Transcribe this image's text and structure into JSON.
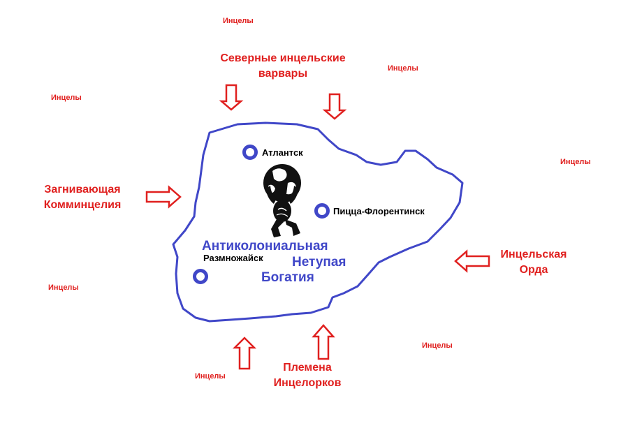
{
  "colors": {
    "incel": "#e0201f",
    "border": "#4047c8",
    "city_marker": "#4047c8",
    "country_label": "#4047c8",
    "city_label": "#000000"
  },
  "incels_label": "Инцелы",
  "forces": {
    "north": [
      "Северные инцельские",
      "варвары"
    ],
    "west": [
      "Загнивающая",
      "Комминцелия"
    ],
    "east": [
      "Инцельская",
      "Орда"
    ],
    "south": [
      "Племена",
      "Инцелорков"
    ]
  },
  "country": {
    "lines": [
      "Антиколониальная",
      "Нетупая",
      "Богатия"
    ]
  },
  "cities": {
    "atlantsk": "Атлантск",
    "pizza": "Пицца-Флорентинск",
    "razmnozhaysk": "Размножайск"
  },
  "emblem_icon": "atlas-holding-globe-icon",
  "arrow_icon": "hollow-arrow-icon",
  "city_icon": "city-marker-icon"
}
